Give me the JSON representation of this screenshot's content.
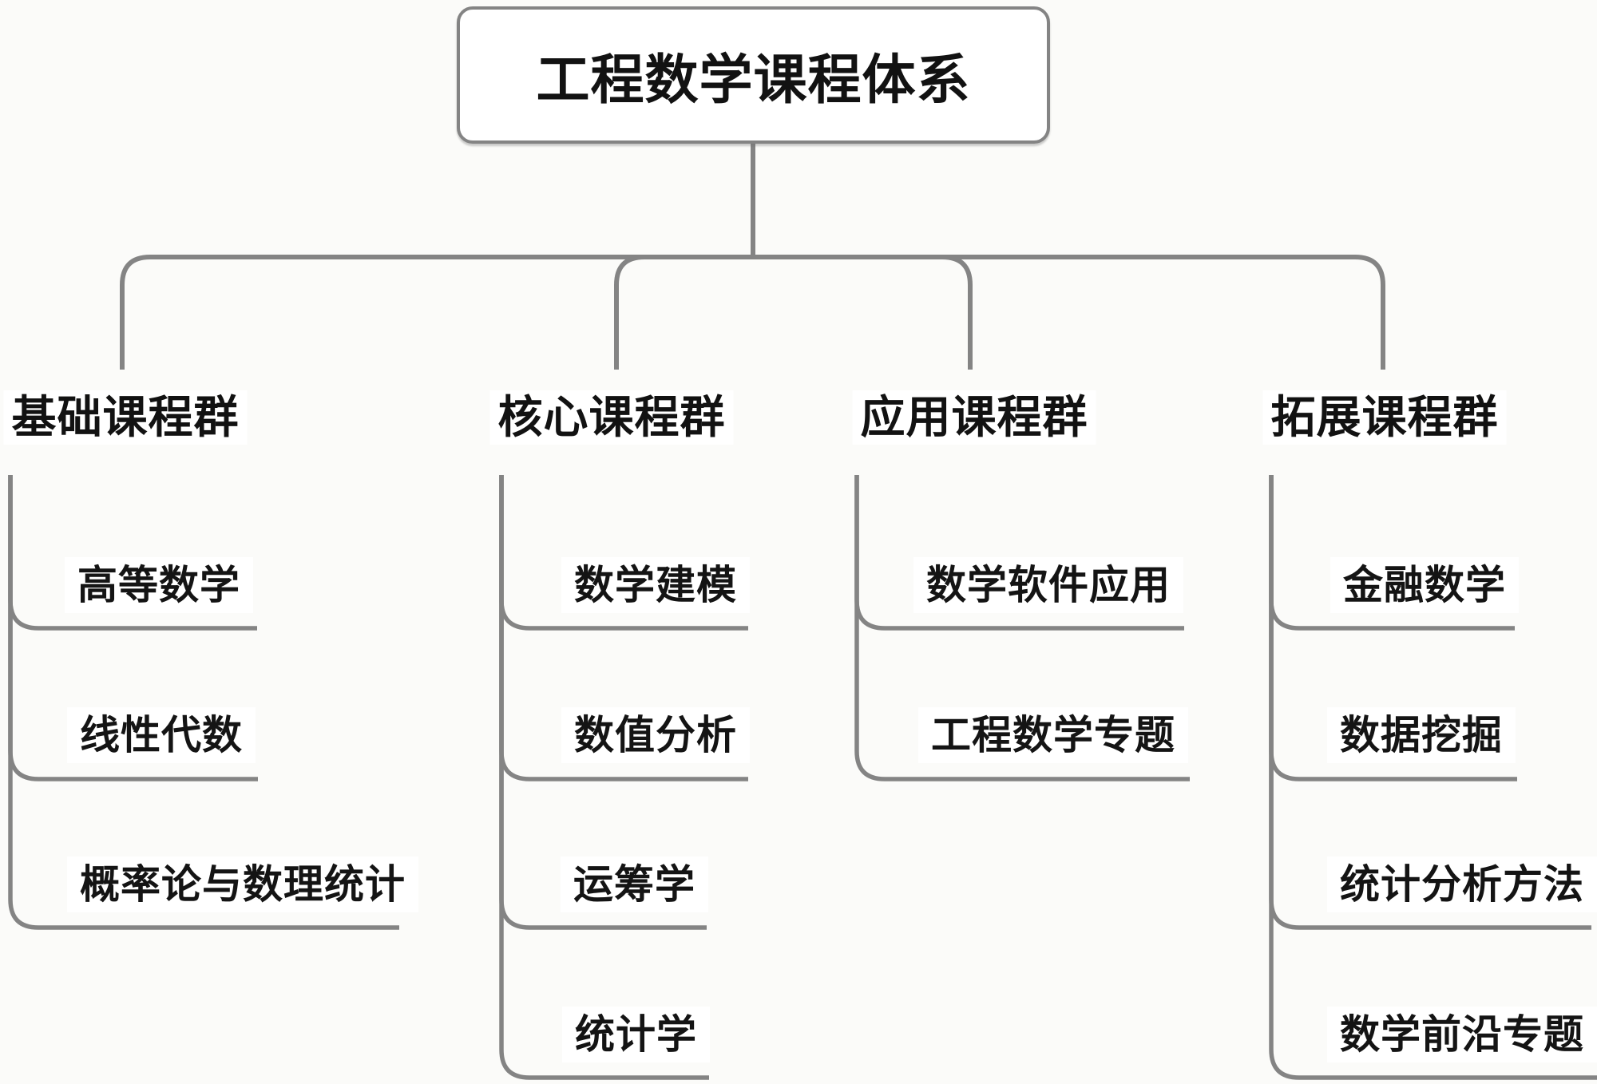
{
  "diagram": {
    "type": "mindmap-tree",
    "root": {
      "label": "工程数学课程体系"
    },
    "branches": [
      {
        "label": "基础课程群",
        "children": [
          "高等数学",
          "线性代数",
          "概率论与数理统计"
        ]
      },
      {
        "label": "核心课程群",
        "children": [
          "数学建模",
          "数值分析",
          "运筹学",
          "统计学"
        ]
      },
      {
        "label": "应用课程群",
        "children": [
          "数学软件应用",
          "工程数学专题"
        ]
      },
      {
        "label": "拓展课程群",
        "children": [
          "金融数学",
          "数据挖掘",
          "统计分析方法",
          "数学前沿专题"
        ]
      }
    ],
    "colors": {
      "line": "#848484",
      "text": "#121212",
      "background": "#fbfbf9",
      "node_fill": "#ffffff"
    }
  }
}
